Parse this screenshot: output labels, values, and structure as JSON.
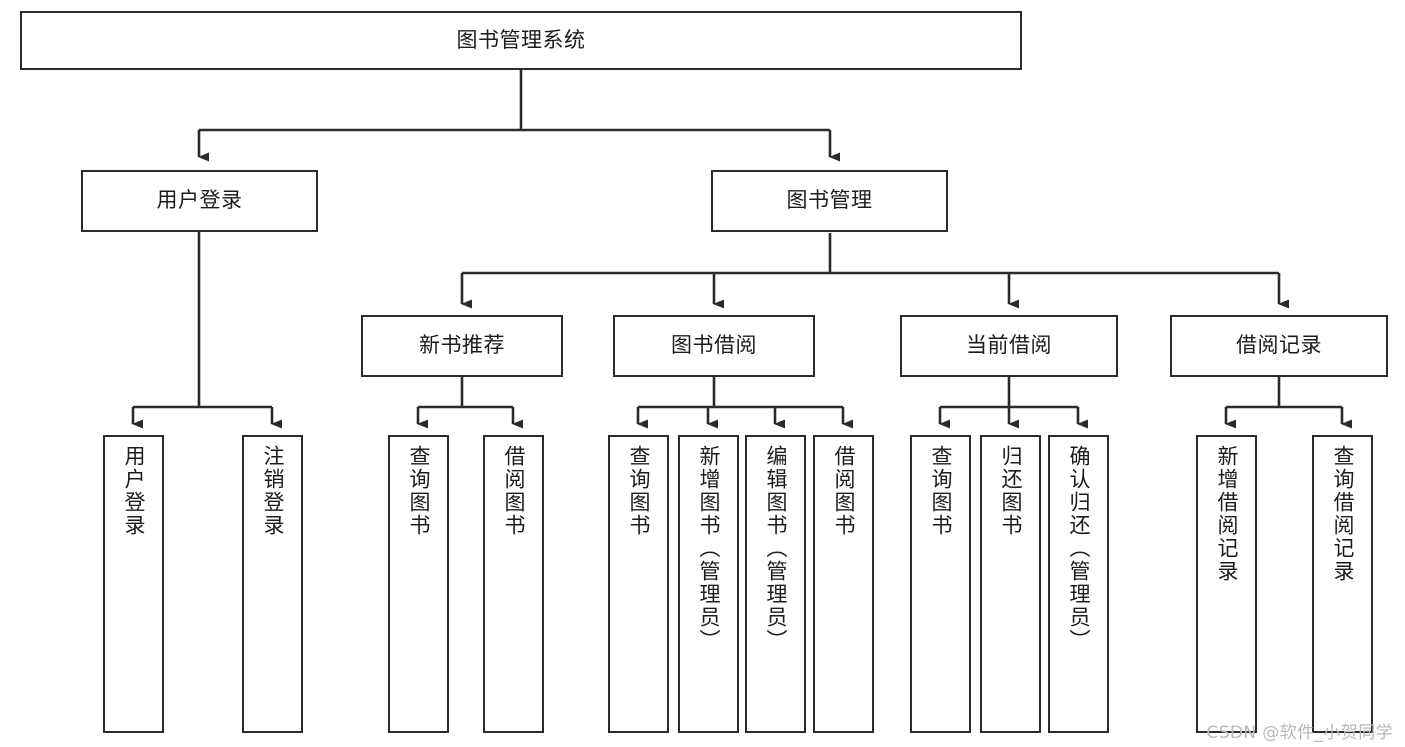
{
  "diagram": {
    "title": "图书管理系统",
    "watermark": "CSDN @软件_小贺同学",
    "line_color": "#2b2b2b",
    "box_fill": "#ffffff",
    "text_color": "#1c1c1c",
    "watermark_color": "#b8b8b8",
    "root": {
      "label": "图书管理系统"
    },
    "level2": [
      {
        "label": "用户登录"
      },
      {
        "label": "图书管理"
      }
    ],
    "level3": [
      {
        "label": "新书推荐"
      },
      {
        "label": "图书借阅"
      },
      {
        "label": "当前借阅"
      },
      {
        "label": "借阅记录"
      }
    ],
    "leaves": {
      "user_login": [
        {
          "label": "用户登录"
        },
        {
          "label": "注销登录"
        }
      ],
      "new_book_recommend": [
        {
          "label": "查询图书"
        },
        {
          "label": "借阅图书"
        }
      ],
      "book_borrow": [
        {
          "label": "查询图书"
        },
        {
          "label": "新增图书（管理员）"
        },
        {
          "label": "编辑图书（管理员）"
        },
        {
          "label": "借阅图书"
        }
      ],
      "current_borrow": [
        {
          "label": "查询图书"
        },
        {
          "label": "归还图书"
        },
        {
          "label": "确认归还（管理员）"
        }
      ],
      "borrow_record": [
        {
          "label": "新增借阅记录"
        },
        {
          "label": "查询借阅记录"
        }
      ]
    }
  }
}
